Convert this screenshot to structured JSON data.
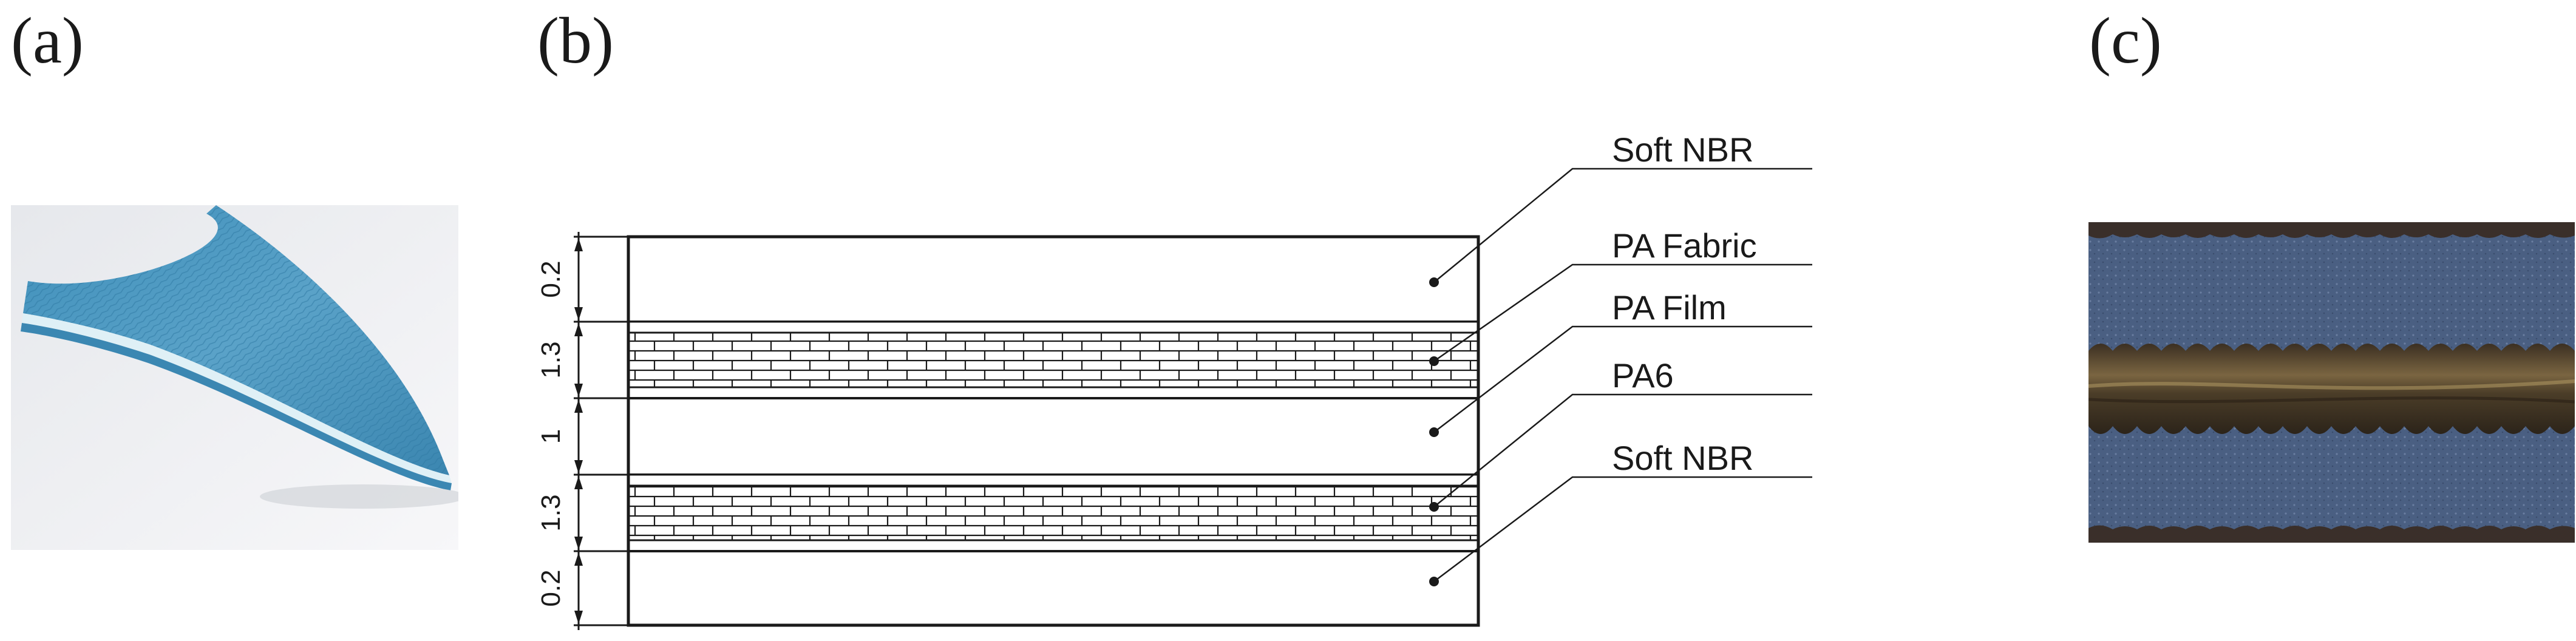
{
  "panels": {
    "a": {
      "label": "(a)"
    },
    "b": {
      "label": "(b)",
      "layers": [
        {
          "name": "Soft NBR",
          "thickness": "0.2",
          "pattern": "plain"
        },
        {
          "name": "PA Fabric",
          "thickness": "1.3",
          "pattern": "fabric"
        },
        {
          "name": "PA Film",
          "thickness": "1",
          "pattern": "plain"
        },
        {
          "name": "PA6",
          "thickness": "1.3",
          "pattern": "fabric"
        },
        {
          "name": "Soft NBR",
          "thickness": "0.2",
          "pattern": "plain"
        }
      ]
    },
    "c": {
      "label": "(c)"
    }
  },
  "colors": {
    "belt_blue": "#4f97bf",
    "belt_edge": "#d9ecf3",
    "micro_bg": "#4a5f82",
    "micro_core": "#5b4a30",
    "line": "#1a1a1a"
  }
}
